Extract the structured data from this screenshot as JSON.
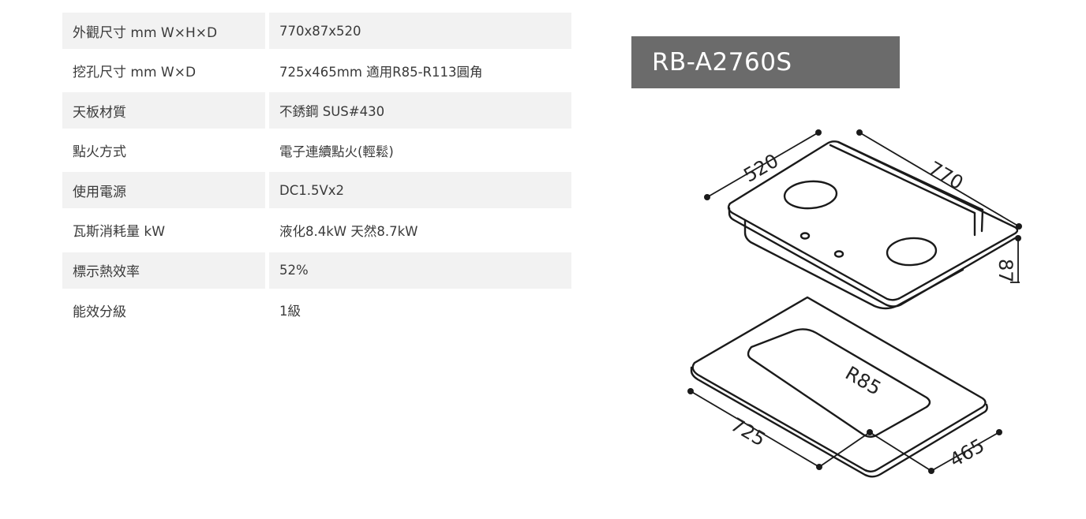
{
  "specs": [
    {
      "label": "外觀尺寸 mm W×H×D",
      "value": "770x87x520"
    },
    {
      "label": "挖孔尺寸 mm W×D",
      "value": "725x465mm 適用R85-R113圓角"
    },
    {
      "label": "天板材質",
      "value": "不銹鋼 SUS#430"
    },
    {
      "label": "點火方式",
      "value": "電子連續點火(輕鬆)"
    },
    {
      "label": "使用電源",
      "value": "DC1.5Vx2"
    },
    {
      "label": "瓦斯消耗量 kW",
      "value": "液化8.4kW 天然8.7kW"
    },
    {
      "label": "標示熱效率",
      "value": "52%"
    },
    {
      "label": "能效分級",
      "value": "1級"
    }
  ],
  "model": "RB-A2760S",
  "diagram": {
    "dim_depth": "520",
    "dim_width": "770",
    "dim_height": "87",
    "dim_cutout_width": "725",
    "dim_cutout_depth": "465",
    "dim_radius": "R85"
  },
  "colors": {
    "row_shade": "#f2f2f2",
    "model_bg": "#6b6b6b",
    "text": "#3a3a3a"
  }
}
